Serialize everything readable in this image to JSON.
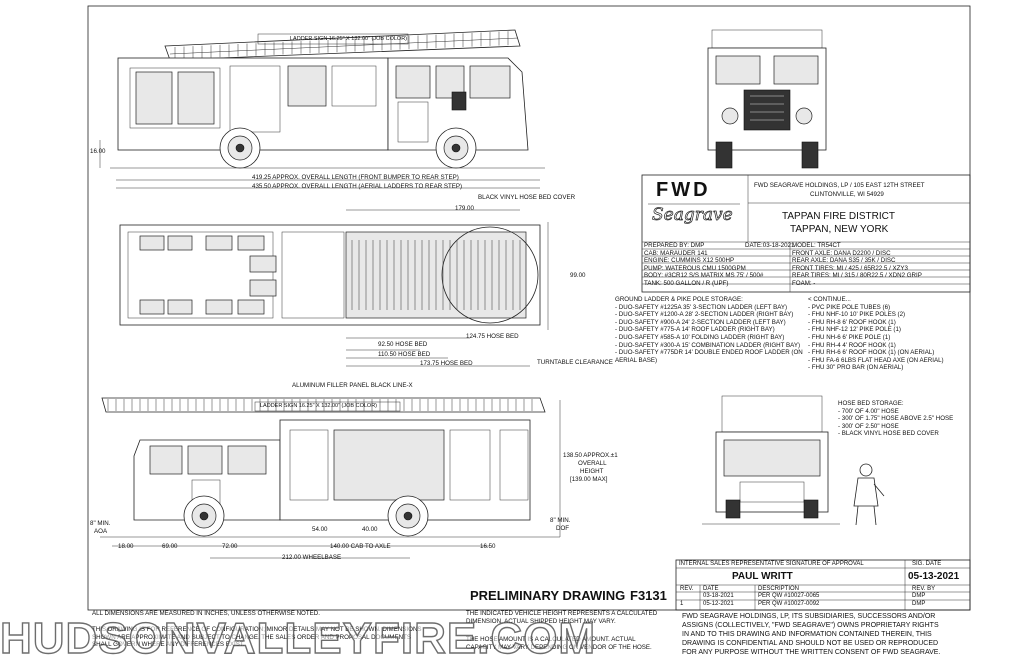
{
  "dimensions": {
    "side_height_16": "16.00",
    "overall_length_front_bumper": "419.25 APPROX. OVERALL LENGTH (FRONT BUMPER TO REAR STEP)",
    "overall_length_aerial": "435.50 APPROX. OVERALL LENGTH (AERIAL LADDERS TO REAR STEP)",
    "ladder_sign_top": "LADDER SIGN 16.25\" X 132.00\" (JOB COLOR)",
    "ladder_sign_bottom": "LADDER SIGN 16.25\" X 132.00\" (JOB COLOR)",
    "black_vinyl": "BLACK VINYL HOSE BED COVER",
    "width_179": "179.00",
    "width_99": "99.00",
    "hose_bed_92": "92.50 HOSE BED",
    "hose_bed_110": "110.50 HOSE BED",
    "hose_bed_173": "173.75 HOSE BED",
    "hose_bed_124": "124.75 HOSE BED",
    "turntable": "TURNTABLE CLEARANCE",
    "aluminum_filler": "ALUMINUM FILLER PANEL BLACK LINE-X",
    "overall_height": "138.50 APPROX.±1",
    "overall_height_2": "OVERALL",
    "overall_height_3": "HEIGHT",
    "overall_height_4": "[139.00 MAX]",
    "aoa": "8\" MIN.",
    "aoa_label": "AOA",
    "dof": "8\" MIN.",
    "dof_label": "DOF",
    "d18": "18.00",
    "d69": "69.00",
    "d72": "72.00",
    "d54": "54.00",
    "d40": "40.00",
    "d140": "140.00 CAB TO AXLE",
    "d1650": "16.50",
    "wheelbase": "212.00 WHEELBASE"
  },
  "title_block": {
    "brand": "FWD",
    "brand_script": "Seagrave",
    "company_line1": "FWD SEAGRAVE HOLDINGS, LP / 105 EAST 12TH STREET",
    "company_line2": "CLINTONVILLE, WI 54929",
    "customer_line1": "TAPPAN FIRE DISTRICT",
    "customer_line2": "TAPPAN, NEW YORK",
    "specs_left": [
      "PREPARED BY: DMP",
      "CAB: MARAUDER 141",
      "ENGINE: CUMMINS X12 500HP",
      "PUMP: WATEROUS CMU 1500GPM",
      "BODY: #3CR12 S/S MATRIX MS 75' / 500#",
      "TANK: 500 GALLON / R (UPF)"
    ],
    "specs_mid": "DATE:03-18-2021",
    "specs_right": [
      "MODEL: TR54CT",
      "FRONT AXLE: DANA D2200 / DISC",
      "REAR AXLE: DANA S35 / 35K / DISC",
      "FRONT TIRES: MI / 425 / 65R22.5 / XZY3",
      "REAR TIRES: MI / 315 / 80R22.5 / XDN2 GRIP",
      "FOAM: -"
    ]
  },
  "ladder_storage": {
    "heading": "GROUND LADDER & PIKE POLE STORAGE:",
    "left": [
      "- DUO-SAFETY #1225A 35' 3-SECTION LADDER (LEFT BAY)",
      "- DUO-SAFETY #1200-A 28' 2-SECTION LADDER (RIGHT BAY)",
      "- DUO-SAFETY #900-A 24' 2-SECTION LADDER (LEFT BAY)",
      "- DUO-SAFETY #775-A 14' ROOF LADDER  (RIGHT BAY)",
      "- DUO-SAFETY #585-A 10' FOLDING LADDER (RIGHT BAY)",
      "- DUO-SAFETY #300-A 15' COMBINATION LADDER (RIGHT BAY)",
      "- DUO-SAFETY #775DR 14' DOUBLE ENDED ROOF LADDER (ON",
      "  AERIAL BASE)"
    ],
    "right_heading": "< CONTINUE...",
    "right": [
      "- PVC PIKE POLE TUBES (6)",
      "- FHU NHF-10 10' PIKE POLES (2)",
      "- FHU RH-8 6' ROOF HOOK (1)",
      "- FHU NHF-12 12' PIKE POLE (1)",
      "- FHU NH-6 6' PIKE POLE (1)",
      "- FHU RH-4 4' ROOF HOOK (1)",
      "- FHU RH-6 6' ROOF HOOK (1) (ON AERIAL)",
      "- FHU FA-6 6LBS FLAT HEAD AXE (ON AERIAL)",
      "- FHU 30\" PRO BAR (ON AERIAL)"
    ]
  },
  "hose_storage": {
    "heading": "HOSE BED STORAGE:",
    "items": [
      "- 700' OF 4.00\" HOSE",
      "- 300' OF 1.75\" HOSE ABOVE 2.5\" HOSE",
      "- 300' OF 2.50\" HOSE",
      "- BLACK VINYL HOSE BED COVER"
    ]
  },
  "approval": {
    "header": "INTERNAL SALES REPRESENTATIVE SIGNATURE OF APPROVAL",
    "sig_date_header": "SIG. DATE",
    "name": "PAUL WRITT",
    "sig_date": "05-13-2021",
    "revision_headers": [
      "REV.",
      "DATE",
      "DESCRIPTION",
      "REV. BY"
    ],
    "revisions": [
      [
        "",
        "03-18-2021",
        "PER QW #10027-0065",
        "DMP"
      ],
      [
        "1",
        "05-12-2021",
        "PER QW #10027-0092",
        "DMP"
      ]
    ]
  },
  "preliminary": "PRELIMINARY DRAWING",
  "drawing_no": "F3131",
  "notes": {
    "note1": "ALL DIMENSIONS ARE MEASURED IN INCHES, UNLESS OTHERWISE NOTED.",
    "note2_a": "THIS DRAWING IS FOR REFERENCE OF CONFIGURATION; MINOR DETAILS MAY NOT BE SHOWN. DIMENSIONS",
    "note2_b": "SHOWN ARE APPROXIMATE AND SUBJECT TO CHANGE. THE SALES ORDER AND PROPOSAL DOCUMENTS",
    "note2_c": "SHALL GOVERN WHERE ANY DIFFERENCES EXIST.",
    "height_a": "THE INDICATED VEHICLE HEIGHT REPRESENTS A CALCULATED",
    "height_b": "DIMENSION.  ACTUAL SHIPPED HEIGHT MAY VARY.",
    "hose_a": "THE HOSE AMOUNT IS A CALCULATED AMOUNT.  ACTUAL",
    "hose_b": "CAPACITY MAY VARY DEPENDING ON VENDOR OF THE HOSE.",
    "legal": [
      "FWD SEAGRAVE HOLDINGS, LP, ITS SUBSIDIARIES, SUCCESSORS AND/OR",
      "ASSIGNS (COLLECTIVELY, \"FWD SEAGRAVE\") OWNS PROPRIETARY RIGHTS",
      "IN AND TO THIS DRAWING AND INFORMATION CONTAINED THEREIN, THIS",
      "DRAWING IS CONFIDENTIAL AND SHOULD NOT BE USED OR REPRODUCED",
      "FOR ANY PURPOSE WITHOUT THE WRITTEN CONSENT OF  FWD SEAGRAVE."
    ]
  },
  "watermark": "HUDSONVALLEYFIRE.COM",
  "icons": {
    "truck_side_top": "fire-truck-side-view",
    "truck_plan": "fire-truck-plan-view",
    "truck_side_bottom": "fire-truck-side-view-right",
    "truck_front": "fire-truck-front-view",
    "truck_rear": "fire-truck-rear-view",
    "firefighter": "firefighter-figure"
  }
}
